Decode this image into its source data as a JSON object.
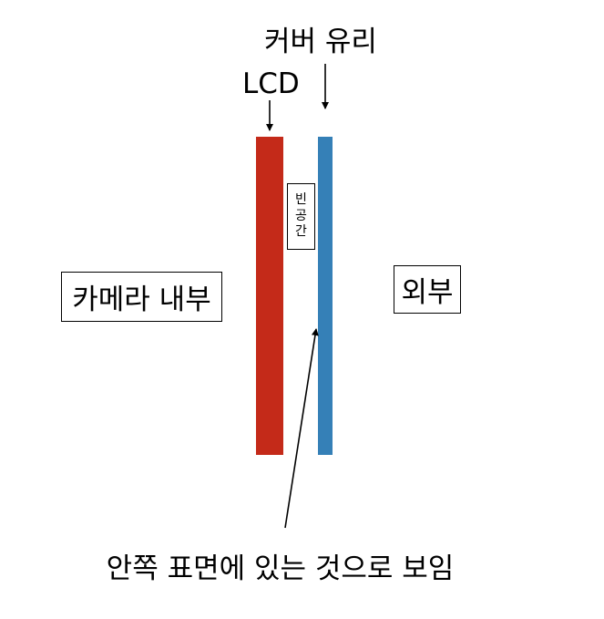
{
  "labels": {
    "cover_glass": "커버 유리",
    "lcd": "LCD",
    "camera_inside": "카메라 내부",
    "outside": "외부",
    "empty_space": [
      "빈",
      "공",
      "간"
    ],
    "appears_inner_surface": "안쪽 표면에 있는 것으로 보임"
  },
  "colors": {
    "lcd_layer": "#c42a19",
    "glass_layer": "#3580b7",
    "line": "#000000"
  }
}
